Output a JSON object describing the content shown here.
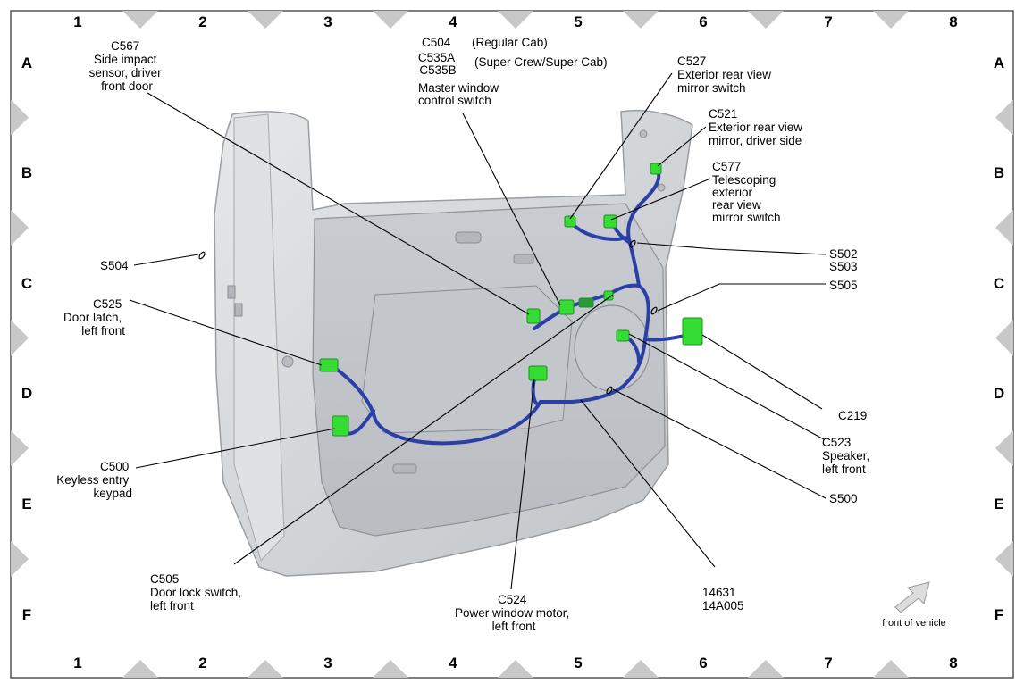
{
  "grid": {
    "columns": [
      "1",
      "2",
      "3",
      "4",
      "5",
      "6",
      "7",
      "8"
    ],
    "rows": [
      "A",
      "B",
      "C",
      "D",
      "E",
      "F"
    ]
  },
  "callouts": {
    "c567": [
      "C567",
      "Side impact",
      "sensor, driver",
      "front door"
    ],
    "c504": [
      "C504",
      "C535A",
      "C535B"
    ],
    "c504_regular": "(Regular Cab)",
    "c504_super": "(Super Crew/Super Cab)",
    "master_window": [
      "Master window",
      "control switch"
    ],
    "c527": [
      "C527",
      "Exterior rear view",
      "mirror switch"
    ],
    "c521": [
      "C521",
      "Exterior rear view",
      "mirror, driver side"
    ],
    "c577": [
      "C577",
      "Telescoping",
      "exterior",
      "rear view",
      "mirror switch"
    ],
    "s504": "S504",
    "s502": [
      "S502",
      "S503"
    ],
    "s505": "S505",
    "c525": [
      "C525",
      "Door latch,",
      "left front"
    ],
    "c219": "C219",
    "c523": [
      "C523",
      "Speaker,",
      "left front"
    ],
    "c500": [
      "C500",
      "Keyless entry",
      "keypad"
    ],
    "s500": "S500",
    "c505": [
      "C505",
      "Door lock switch,",
      "left front"
    ],
    "c524": [
      "C524",
      "Power window motor,",
      "left front"
    ],
    "harness": [
      "14631",
      "14A005"
    ]
  },
  "front_of_vehicle": "front of vehicle",
  "colors": {
    "harness": "#2b3fa8",
    "connector": "#33dd33",
    "door_panel": "#d4d6d8"
  },
  "icons": {
    "front_arrow": "arrow-up-right-icon"
  }
}
